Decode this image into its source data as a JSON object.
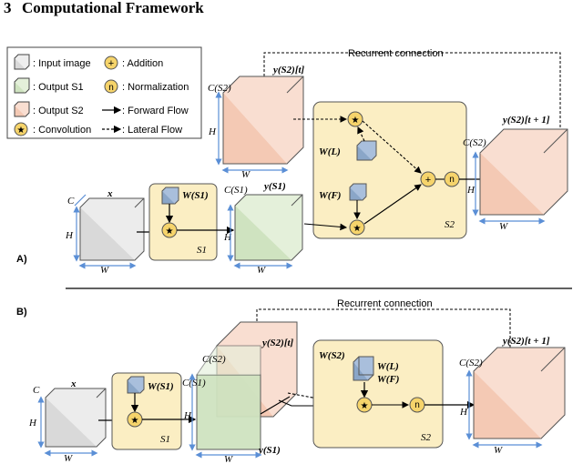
{
  "section": {
    "number": "3",
    "title": "Computational Framework"
  },
  "legend": {
    "input_image": ": Input image",
    "output_s1": ": Output S1",
    "output_s2": ": Output S2",
    "convolution": ": Convolution",
    "addition": ": Addition",
    "normalization": ": Normalization",
    "forward_flow": ": Forward Flow",
    "lateral_flow": ": Lateral Flow",
    "addition_symbol": "+",
    "normalization_symbol": "n"
  },
  "panel_a": {
    "label": "A)",
    "recurrent": "Recurrent connection",
    "s1_box": "S1",
    "s2_box": "S2",
    "x": "x",
    "y_s1": "y(S1)",
    "y_s2_t": "y(S2)[t]",
    "y_s2_t1": "y(S2)[t + 1]",
    "w_s1": "W(S1)",
    "w_l": "W(L)",
    "w_f": "W(F)",
    "C": "C",
    "C_s1": "C(S1)",
    "C_s2": "C(S2)",
    "H": "H",
    "W": "W"
  },
  "panel_b": {
    "label": "B)",
    "recurrent": "Recurrent connection",
    "s1_box": "S1",
    "s2_box": "S2",
    "x": "x",
    "y_s1": "y(S1)",
    "y_s2_t": "y(S2)[t]",
    "y_s2_t1": "y(S2)[t + 1]",
    "w_s1": "W(S1)",
    "w_s2": "W(S2)",
    "w_l": "W(L)",
    "w_f": "W(F)",
    "C": "C",
    "C_s1": "C(S1)",
    "C_s2": "C(S2)",
    "H": "H",
    "W": "W"
  },
  "colors": {
    "input": "#d9d9d9",
    "s1": "#cfe3c0",
    "s2": "#f4c9b4",
    "box": "#fbeec3",
    "kernel": "#8aa6c8",
    "node": "#f6d46b",
    "dims": "#5b8fd6"
  }
}
